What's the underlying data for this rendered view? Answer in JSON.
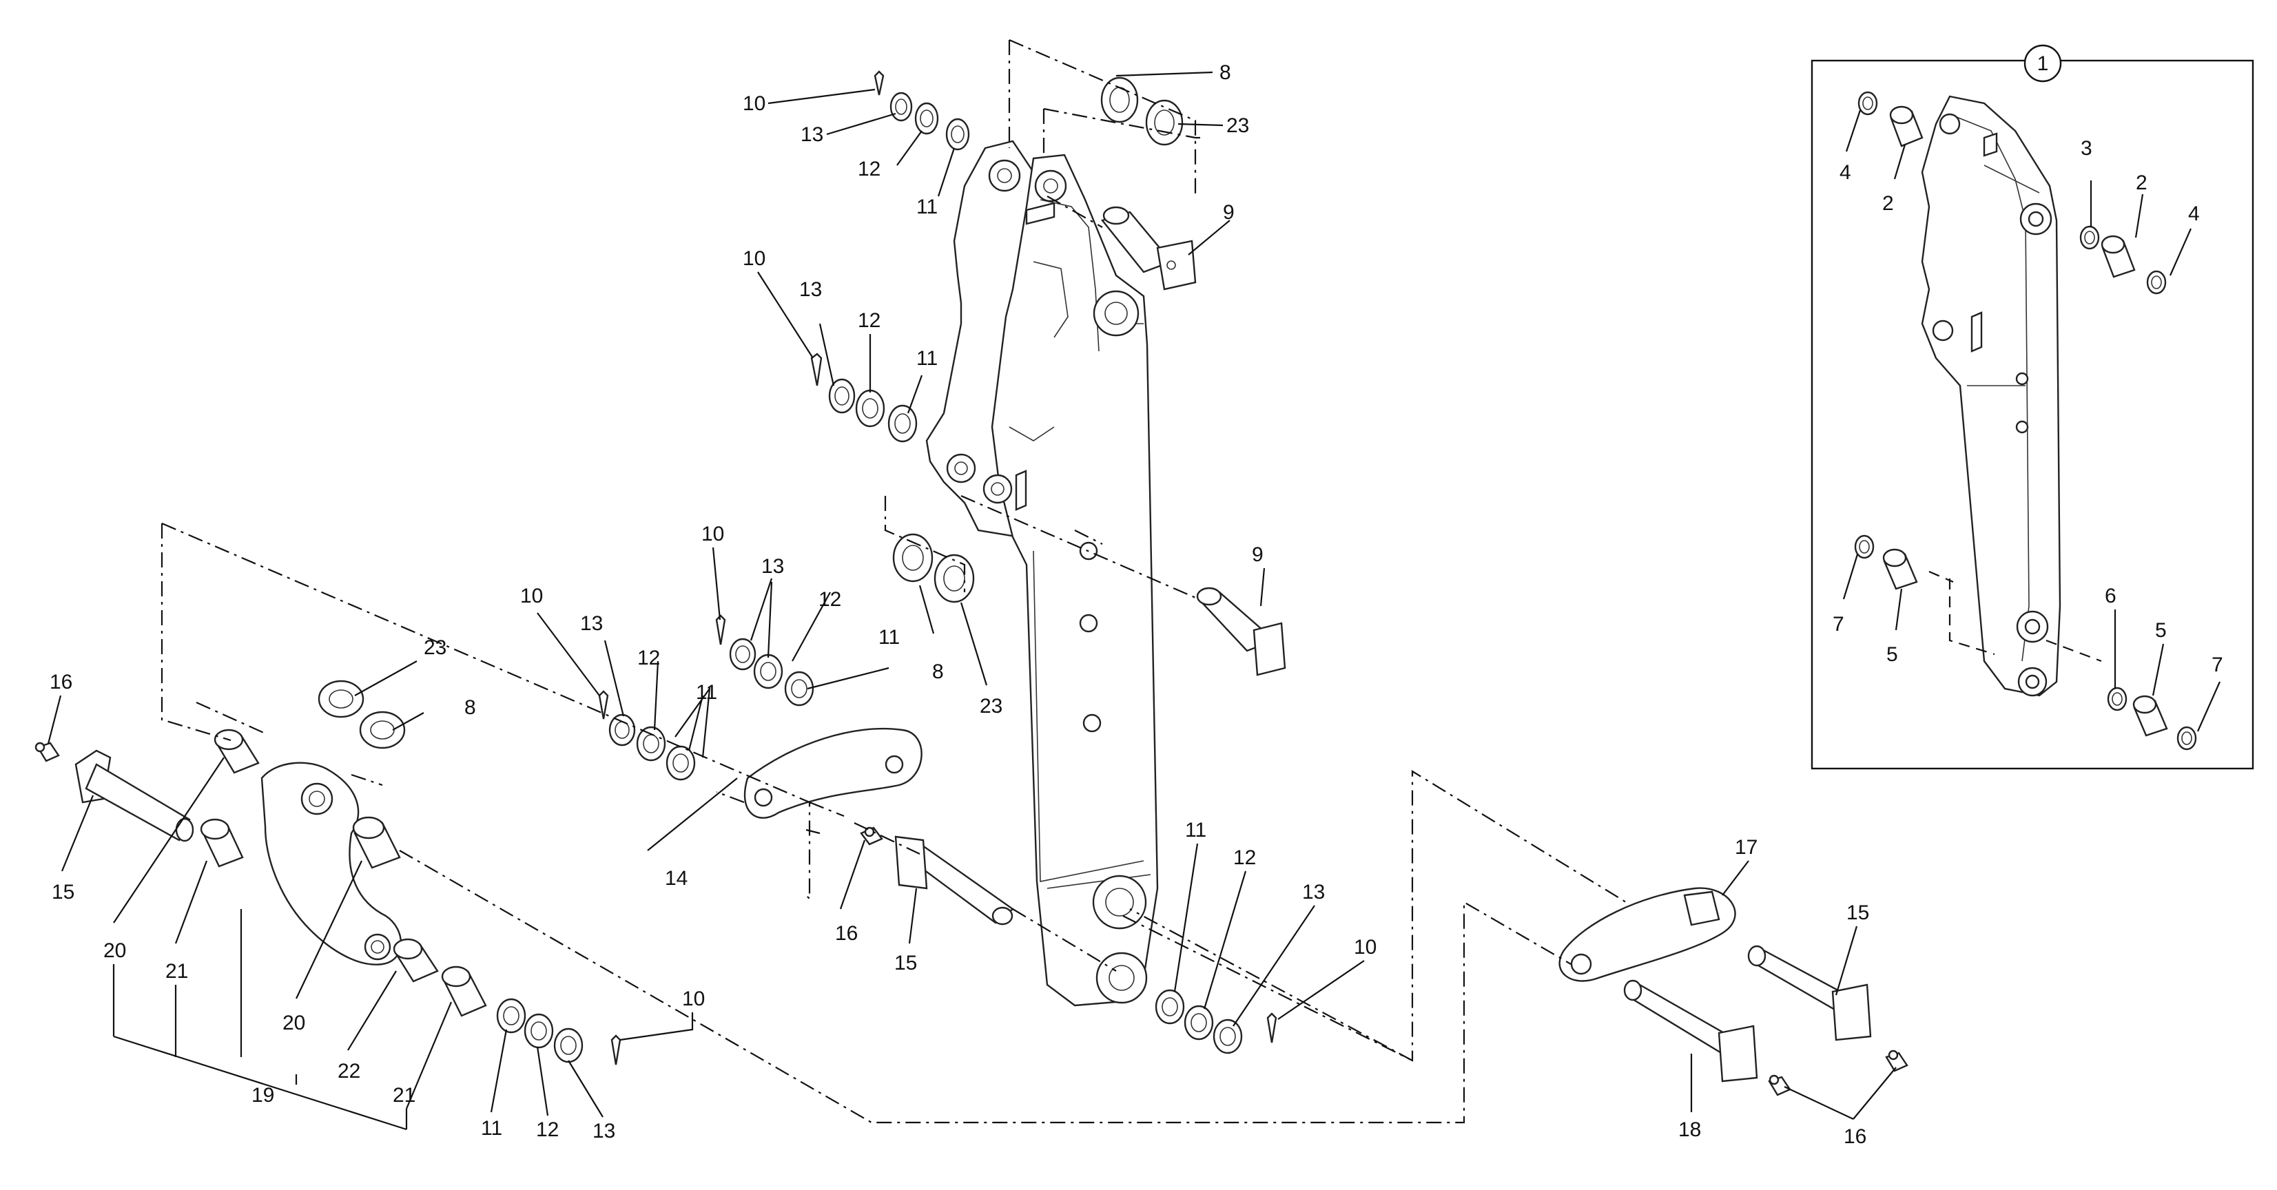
{
  "labels": {
    "l_10_a": "10",
    "l_13_a": "13",
    "l_12_a": "12",
    "l_11_a": "11",
    "l_8_a": "8",
    "l_23_a": "23",
    "l_9_a": "9",
    "l_10_b": "10",
    "l_13_b": "13",
    "l_12_b": "12",
    "l_11_b": "11",
    "l_9_b": "9",
    "l_8_b": "8",
    "l_23_b": "23",
    "l_10_c": "10",
    "l_13_c": "13",
    "l_12_c": "12",
    "l_11_c": "11",
    "l_10_d": "10",
    "l_13_d": "13",
    "l_12_d": "12",
    "l_11_d": "11",
    "l_14": "14",
    "l_16_a": "16",
    "l_15_a": "15",
    "l_23_c": "23",
    "l_8_c": "8",
    "l_16_b": "16",
    "l_15_b": "15",
    "l_20_a": "20",
    "l_21_a": "21",
    "l_20_b": "20",
    "l_22": "22",
    "l_21_b": "21",
    "l_19": "19",
    "l_11_e": "11",
    "l_12_e": "12",
    "l_13_e": "13",
    "l_10_e": "10",
    "l_11_f": "11",
    "l_12_f": "12",
    "l_13_f": "13",
    "l_10_f": "10",
    "l_17": "17",
    "l_15_c": "15",
    "l_18": "18",
    "l_16_c": "16",
    "inset_callout": "1",
    "i_4_a": "4",
    "i_2_a": "2",
    "i_3": "3",
    "i_2_b": "2",
    "i_4_b": "4",
    "i_7_a": "7",
    "i_5_a": "5",
    "i_6": "6",
    "i_5_b": "5",
    "i_7_b": "7"
  }
}
